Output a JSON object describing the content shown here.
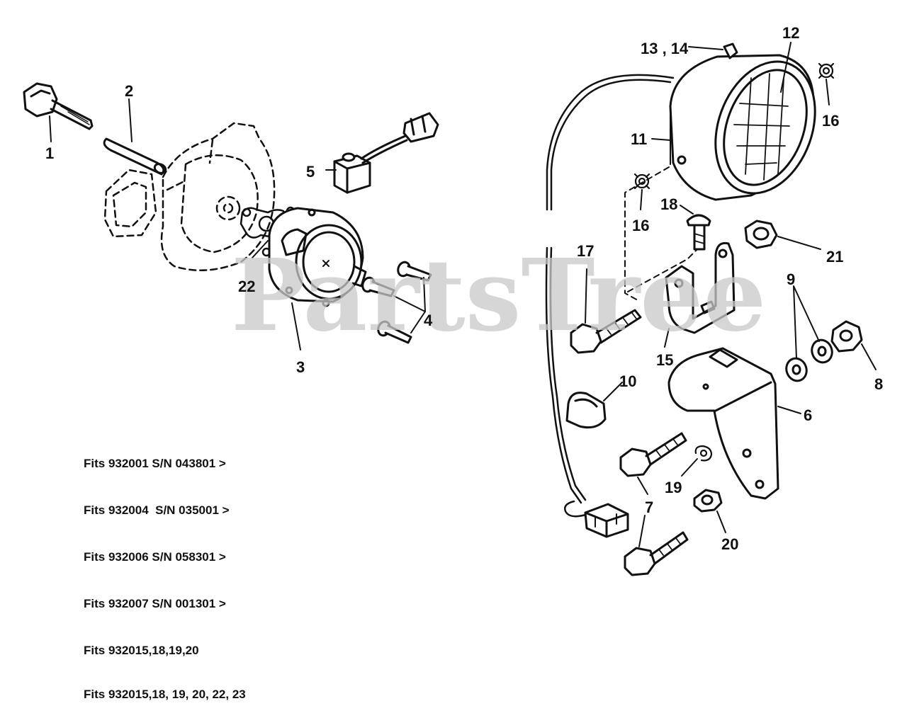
{
  "watermark": "PartsTree",
  "callouts": {
    "c1": "1",
    "c2": "2",
    "c3": "3",
    "c4": "4",
    "c5": "5",
    "c6": "6",
    "c7": "7",
    "c8": "8",
    "c9": "9",
    "c10": "10",
    "c11": "11",
    "c12": "12",
    "c13_14": "13 , 14",
    "c15": "15",
    "c16a": "16",
    "c16b": "16",
    "c17": "17",
    "c18": "18",
    "c19": "19",
    "c20": "20",
    "c21": "21",
    "c22": "22"
  },
  "fits_notes": [
    "Fits 932001 S/N 043801 >",
    "Fits 932004  S/N 035001 >",
    "Fits 932006 S/N 058301 >",
    "Fits 932007 S/N 001301 >",
    "Fits 932015,18,19,20",
    "Fits 932015,18, 19, 20, 22, 23"
  ]
}
